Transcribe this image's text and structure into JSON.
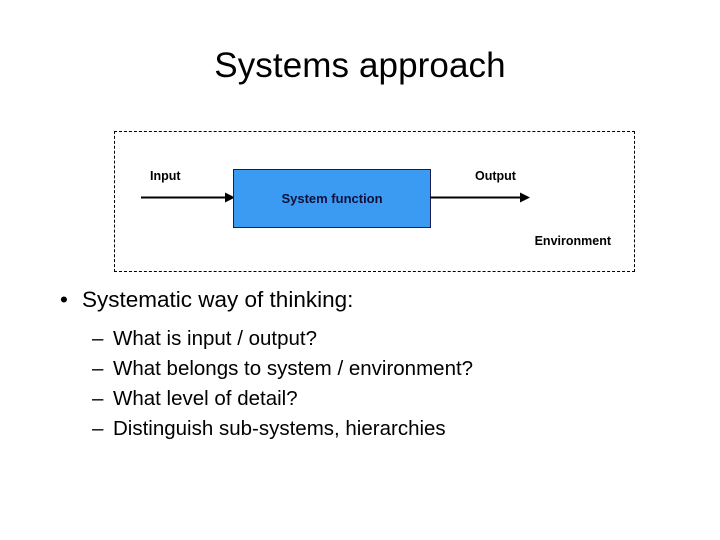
{
  "slide": {
    "title": "Systems approach"
  },
  "diagram": {
    "environment_label": "Environment",
    "system_box_label": "System function",
    "input_label": "Input",
    "output_label": "Output",
    "box_color": "#3b9bf3",
    "box_border_color": "#1a1a4e",
    "border_style": "dashed",
    "arrow_color": "#000000",
    "input_arrow_icon": "arrow-right-icon",
    "output_arrow_icon": "arrow-right-icon"
  },
  "body": {
    "bullets": [
      {
        "marker": "•",
        "text": "Systematic way of thinking:",
        "children": [
          {
            "marker": "–",
            "text": "What is input / output?"
          },
          {
            "marker": "–",
            "text": "What belongs to system / environment?"
          },
          {
            "marker": "–",
            "text": "What level of detail?"
          },
          {
            "marker": "–",
            "text": "Distinguish sub-systems, hierarchies"
          }
        ]
      }
    ]
  }
}
